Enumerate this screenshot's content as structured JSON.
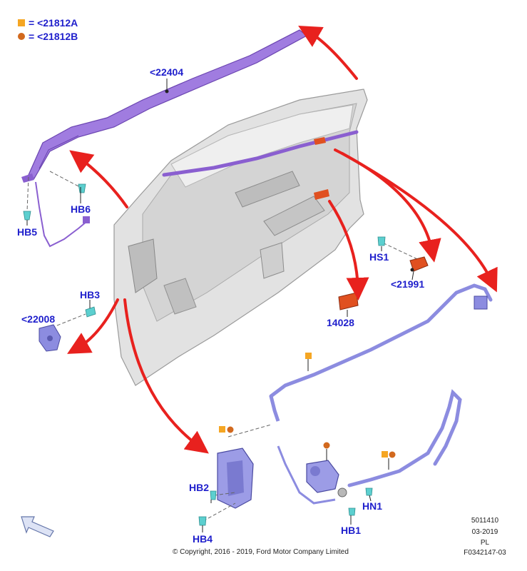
{
  "legend": [
    {
      "symbol": "square",
      "color": "#f5a623",
      "text": "= <21812A"
    },
    {
      "symbol": "circle",
      "color": "#d2691e",
      "text": "= <21812B"
    }
  ],
  "labels": {
    "l22404": "<22404",
    "hb6": "HB6",
    "hb5": "HB5",
    "hb3": "HB3",
    "l22008": "<22008",
    "hs1": "HS1",
    "l21991": "<21991",
    "l14028": "14028",
    "hb2": "HB2",
    "hb4": "HB4",
    "hn1": "HN1",
    "hb1": "HB1"
  },
  "colors": {
    "label": "#1f1fcc",
    "arrow": "#e8211e",
    "trim": "#8a5fd0",
    "part_blue": "#8888dd",
    "part_red": "#e05020",
    "fastener": "#5ccfcf",
    "door": "#d9d9d9"
  },
  "footer": {
    "copyright": "© Copyright, 2016 - 2019, Ford Motor Company Limited",
    "code": "5011410",
    "date": "03-2019",
    "lang": "PL",
    "figure": "F0342147-03"
  },
  "icons": {
    "orientation": "front-arrow-icon"
  }
}
